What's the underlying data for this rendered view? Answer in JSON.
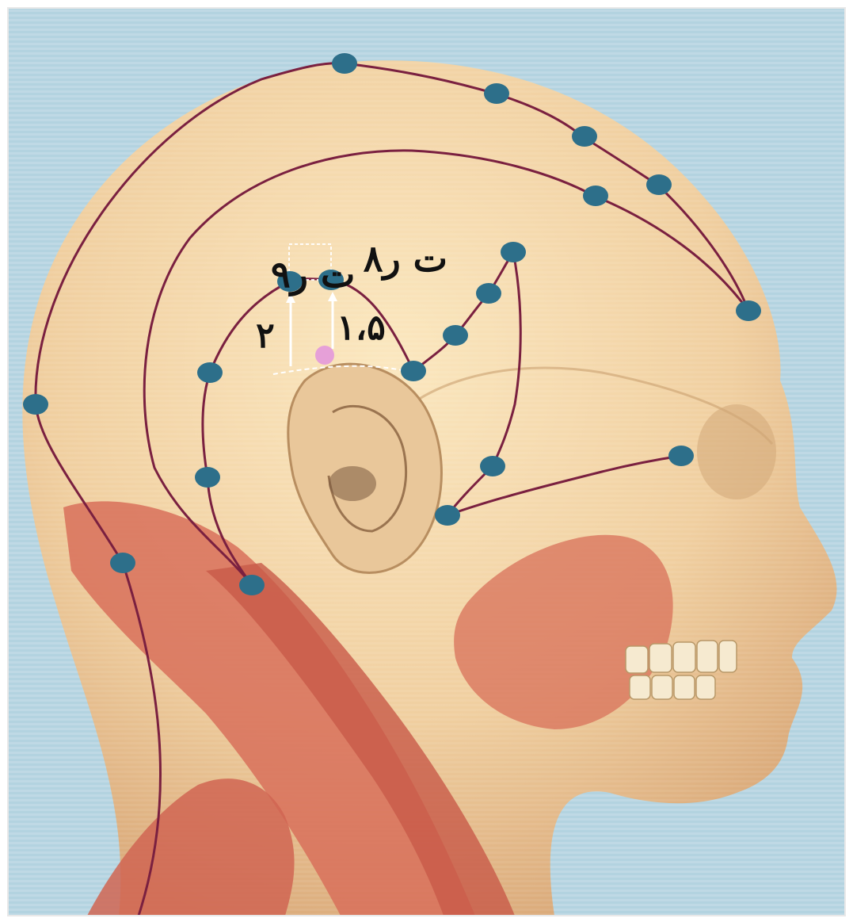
{
  "labels": {
    "point_r9": "ت ر۹",
    "point_r8": "ت ر۸",
    "distance_2": "۲",
    "distance_1_5": "۱،۵"
  },
  "colors": {
    "background": "#b3d3e0",
    "meridian_line": "#7a2040",
    "acupoint": "#2d6f8a",
    "target_point": "#e6a0d8",
    "skin": "#f0cfa0",
    "muscle": "#d8705a",
    "guide": "#ffffff"
  },
  "icons": [
    "acupoint-marker",
    "target-point-marker",
    "distance-arrow"
  ]
}
